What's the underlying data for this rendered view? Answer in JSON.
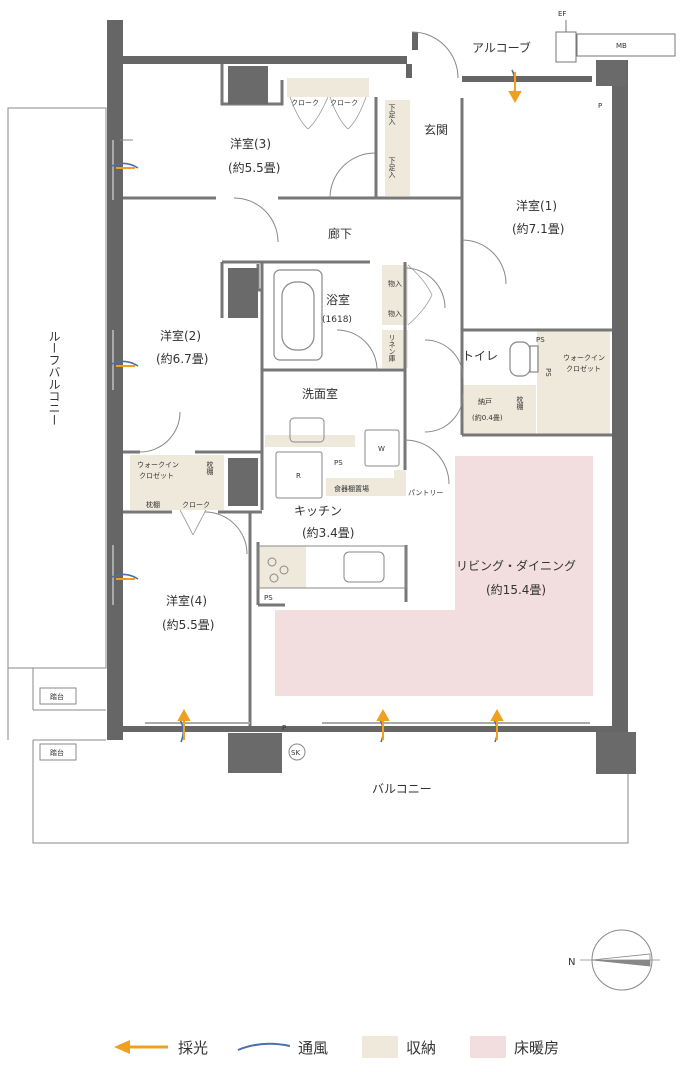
{
  "rooms": {
    "western3": {
      "name": "洋室(3)",
      "size": "(約5.5畳)"
    },
    "western1": {
      "name": "洋室(1)",
      "size": "(約7.1畳)"
    },
    "western2": {
      "name": "洋室(2)",
      "size": "(約6.7畳)"
    },
    "western4": {
      "name": "洋室(4)",
      "size": "(約5.5畳)"
    },
    "entrance": "玄関",
    "hallway": "廊下",
    "bath": {
      "name": "浴室",
      "size": "(1618)"
    },
    "washroom": "洗面室",
    "toilet": "トイレ",
    "kitchen": {
      "name": "キッチン",
      "size": "(約3.4畳)"
    },
    "living": {
      "name": "リビング・ダイニング",
      "size": "(約15.4畳)"
    },
    "closet_n": {
      "name": "納戸",
      "size": "(約0.4畳)"
    }
  },
  "storage": {
    "cloak": "クローク",
    "shoes": "下足入",
    "storage": "物入",
    "linen": "リネン庫",
    "wic": "ウォークイン クロゼット",
    "wic_line1": "ウォークイン",
    "wic_line2": "クロゼット",
    "pillow": "枕棚",
    "pantry": "パントリー",
    "dish": "食器棚置場"
  },
  "marks": {
    "ps": "PS",
    "p": "P",
    "r": "R",
    "w": "W",
    "sk": "SK",
    "ef": "EF",
    "mb": "MB"
  },
  "outside": {
    "alcove": "アルコーブ",
    "roof_balcony": "ルーフバルコニー",
    "balcony": "バルコニー",
    "step": "踏台"
  },
  "compass": "N",
  "legend": {
    "items": [
      {
        "label": "採光",
        "color": "#f0a020"
      },
      {
        "label": "通風",
        "color": "#4a6fb0"
      },
      {
        "label": "収納",
        "color": "#efe9dc"
      },
      {
        "label": "床暖房",
        "color": "#f2dede"
      }
    ]
  },
  "colors": {
    "wall": "#555555",
    "column": "#6e6e6e",
    "storage": "#efe9dc",
    "floor_heat": "#f2dede",
    "light": "#f0a020",
    "wind": "#4a6fb0"
  }
}
